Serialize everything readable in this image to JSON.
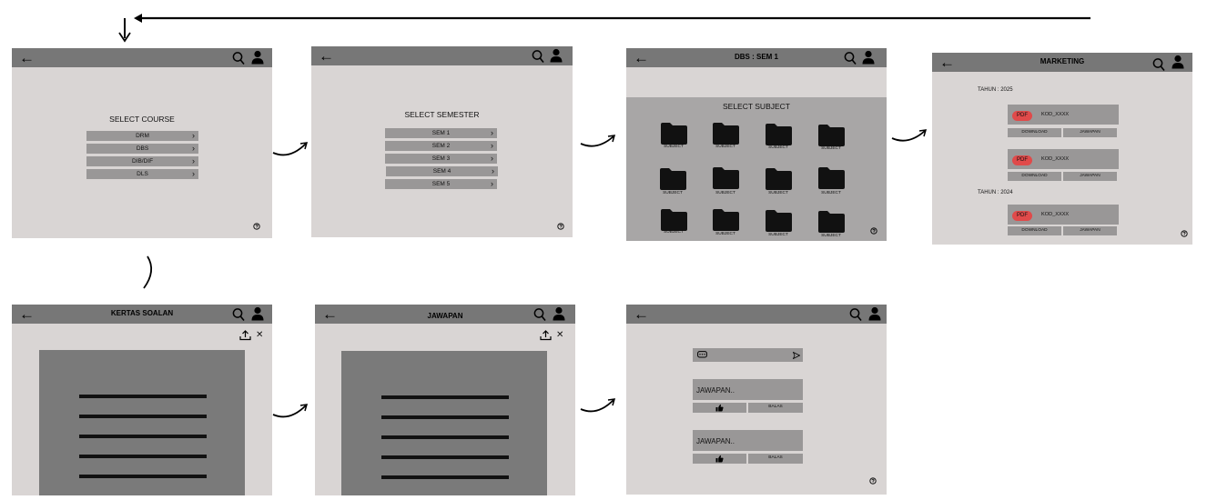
{
  "screens": {
    "course": {
      "heading": "SELECT COURSE",
      "items": [
        "DRM",
        "DBS",
        "DIB/DIF",
        "DLS"
      ]
    },
    "semester": {
      "heading": "SELECT SEMESTER",
      "items": [
        "SEM 1",
        "SEM 2",
        "SEM 3",
        "SEM 4",
        "SEM 5"
      ]
    },
    "subject": {
      "title": "DBS : SEM 1",
      "heading": "SELECT SUBJECT",
      "folder_label": "SUBJECT"
    },
    "marketing": {
      "title": "MARKETING",
      "years": [
        "TAHUN : 2025",
        "TAHUN : 2024"
      ],
      "pdf_badge": "PDF",
      "code": "KOD_XXXX",
      "download_label": "DOWNLOAD",
      "answer_label": "JAWAPAN"
    },
    "question_paper": {
      "title": "KERTAS SOALAN"
    },
    "answer": {
      "title": "JAWAPAN"
    },
    "discussion": {
      "answer_text": "JAWAPAN..",
      "reply_label": "BALAS"
    }
  },
  "icons": {
    "back": "back-arrow-icon",
    "search": "search-icon",
    "user": "user-icon",
    "help": "help-icon",
    "folder": "folder-icon",
    "upload": "upload-icon",
    "close": "close-icon",
    "chat": "chat-icon",
    "send": "send-icon",
    "like": "thumbs-up-icon",
    "chevron": "chevron-right-icon"
  },
  "colors": {
    "screen_bg": "#d9d5d4",
    "topbar": "#777777",
    "button": "#999797",
    "pdf": "#e04a4a",
    "document": "#7a7a7a"
  }
}
